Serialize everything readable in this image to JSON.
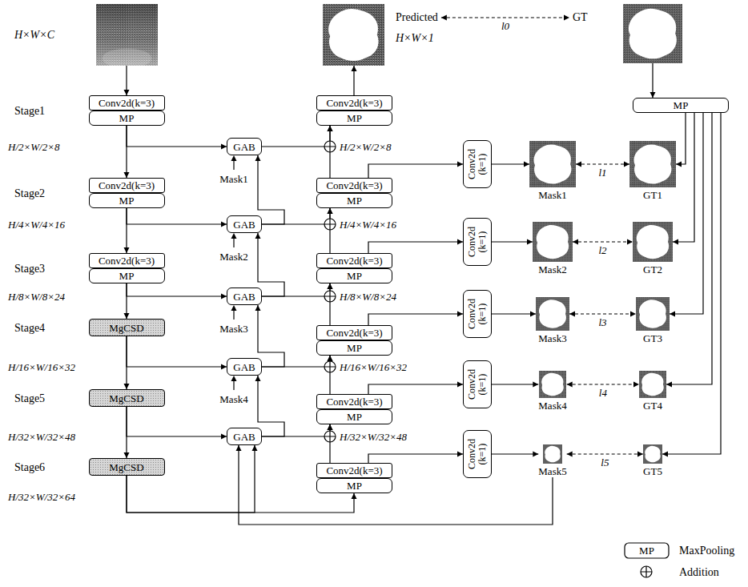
{
  "diagram": {
    "nodes": [
      {
        "text": [
          "H×W×C"
        ]
      },
      {
        "text": [
          "Predicted",
          "H×W×1"
        ]
      },
      {
        "text": [
          "GT"
        ]
      },
      {
        "text": [
          "Conv2d(k=3)"
        ]
      },
      {
        "text": [
          "MP"
        ]
      },
      {
        "text": [
          "Conv2d(k=3)"
        ]
      },
      {
        "text": [
          "MP"
        ]
      },
      {
        "text": [
          "MP"
        ]
      },
      {
        "text": [
          "GAB"
        ]
      },
      {
        "text": [
          "Conv2d(k=3)"
        ]
      },
      {
        "text": [
          "MP"
        ]
      },
      {
        "text": [
          "Conv2d(k=3)"
        ]
      },
      {
        "text": [
          "MP"
        ]
      },
      {
        "text": [
          "Conv2d (k=1)"
        ]
      },
      {
        "text": [
          "Mask1"
        ]
      },
      {
        "text": [
          "GT1"
        ]
      },
      {
        "text": [
          "GAB"
        ]
      },
      {
        "text": [
          "Conv2d(k=3)"
        ]
      },
      {
        "text": [
          "MP"
        ]
      },
      {
        "text": [
          "Conv2d(k=3)"
        ]
      },
      {
        "text": [
          "MP"
        ]
      },
      {
        "text": [
          "Conv2d (k=1)"
        ]
      },
      {
        "text": [
          "Mask2"
        ]
      },
      {
        "text": [
          "GT2"
        ]
      },
      {
        "text": [
          "GAB"
        ]
      },
      {
        "text": [
          "MgCSD"
        ]
      },
      {
        "text": [
          "Conv2d(k=3)"
        ]
      },
      {
        "text": [
          "MP"
        ]
      },
      {
        "text": [
          "Conv2d (k=1)"
        ]
      },
      {
        "text": [
          "Mask3"
        ]
      },
      {
        "text": [
          "GT3"
        ]
      },
      {
        "text": [
          "GAB"
        ]
      },
      {
        "text": [
          "MgCSD"
        ]
      },
      {
        "text": [
          "Conv2d(k=3)"
        ]
      },
      {
        "text": [
          "MP"
        ]
      },
      {
        "text": [
          "Conv2d (k=1)"
        ]
      },
      {
        "text": [
          "Mask4"
        ]
      },
      {
        "text": [
          "GT4"
        ]
      },
      {
        "text": [
          "GAB"
        ]
      },
      {
        "text": [
          "MgCSD"
        ]
      },
      {
        "text": [
          "Conv2d(k=3)"
        ]
      },
      {
        "text": [
          "MP"
        ]
      },
      {
        "text": [
          "Conv2d (k=1)"
        ]
      },
      {
        "text": [
          "Mask5"
        ]
      },
      {
        "text": [
          "GT5"
        ]
      }
    ],
    "edges": [
      {
        "from": 0,
        "to": 3,
        "arrow": "to"
      },
      {
        "from": 4,
        "to": 9,
        "arrow": "to"
      },
      {
        "from": 10,
        "to": 17,
        "arrow": "to"
      },
      {
        "from": 18,
        "to": 25,
        "arrow": "to"
      },
      {
        "from": 25,
        "to": 32,
        "arrow": "to"
      },
      {
        "from": 32,
        "to": 39,
        "arrow": "to"
      },
      {
        "from": 4,
        "to": 8,
        "arrow": "to"
      },
      {
        "from": 10,
        "to": 16,
        "arrow": "to"
      },
      {
        "from": 18,
        "to": 24,
        "arrow": "to"
      },
      {
        "from": 25,
        "to": 31,
        "arrow": "to"
      },
      {
        "from": 32,
        "to": 38,
        "arrow": "to"
      },
      {
        "from": 39,
        "to": 38,
        "arrow": "to"
      },
      {
        "from": 39,
        "to": 41,
        "arrow": "to"
      },
      {
        "from": 43,
        "to": 38,
        "arrow": "to"
      },
      {
        "from": 16,
        "to": 8,
        "arrow": "to"
      },
      {
        "from": 24,
        "to": 16,
        "arrow": "to"
      },
      {
        "from": 31,
        "to": 24,
        "arrow": "to"
      },
      {
        "from": 38,
        "to": 31,
        "arrow": "to"
      },
      {
        "from": 8,
        "to": 6,
        "arrow": "to"
      },
      {
        "from": 16,
        "to": 12,
        "arrow": "to"
      },
      {
        "from": 24,
        "to": 20,
        "arrow": "to"
      },
      {
        "from": 31,
        "to": 27,
        "arrow": "to"
      },
      {
        "from": 38,
        "to": 34,
        "arrow": "to"
      },
      {
        "from": 11,
        "to": 6,
        "arrow": "to"
      },
      {
        "from": 19,
        "to": 12,
        "arrow": "to"
      },
      {
        "from": 26,
        "to": 20,
        "arrow": "to"
      },
      {
        "from": 33,
        "to": 27,
        "arrow": "to"
      },
      {
        "from": 40,
        "to": 34,
        "arrow": "to"
      },
      {
        "from": 11,
        "to": 13,
        "arrow": "to"
      },
      {
        "from": 19,
        "to": 21,
        "arrow": "to"
      },
      {
        "from": 26,
        "to": 28,
        "arrow": "to"
      },
      {
        "from": 33,
        "to": 35,
        "arrow": "to"
      },
      {
        "from": 40,
        "to": 42,
        "arrow": "to"
      },
      {
        "from": 13,
        "to": 14,
        "arrow": "to"
      },
      {
        "from": 21,
        "to": 22,
        "arrow": "to"
      },
      {
        "from": 28,
        "to": 29,
        "arrow": "to"
      },
      {
        "from": 35,
        "to": 36,
        "arrow": "to"
      },
      {
        "from": 42,
        "to": 43,
        "arrow": "to"
      },
      {
        "from": 14,
        "to": 15,
        "label": "l1",
        "arrow": "both"
      },
      {
        "from": 22,
        "to": 23,
        "label": "l2",
        "arrow": "both"
      },
      {
        "from": 29,
        "to": 30,
        "label": "l3",
        "arrow": "both"
      },
      {
        "from": 36,
        "to": 37,
        "label": "l4",
        "arrow": "both"
      },
      {
        "from": 43,
        "to": 44,
        "label": "l5",
        "arrow": "both"
      },
      {
        "from": 7,
        "to": 15,
        "arrow": "to"
      },
      {
        "from": 7,
        "to": 23,
        "arrow": "to"
      },
      {
        "from": 7,
        "to": 30,
        "arrow": "to"
      },
      {
        "from": 7,
        "to": 37,
        "arrow": "to"
      },
      {
        "from": 7,
        "to": 44,
        "arrow": "to"
      },
      {
        "from": 2,
        "to": 7,
        "arrow": "to"
      },
      {
        "from": 5,
        "to": 1,
        "arrow": "to"
      },
      {
        "from": 1,
        "to": 2,
        "label": "l0",
        "arrow": "both"
      }
    ],
    "labels": [
      "Stage1",
      "H/2×W/2×8",
      "Stage2",
      "H/4×W/4×16",
      "Stage3",
      "H/8×W/8×24",
      "Stage4",
      "H/16×W/16×32",
      "Stage5",
      "H/32×W/32×48",
      "Stage6",
      "H/32×W/32×64",
      "Mask1",
      "Mask2",
      "Mask3",
      "Mask4",
      "H/2×W/2×8",
      "H/4×W/4×16",
      "H/8×W/8×24",
      "H/16×W/16×32",
      "H/32×W/32×48",
      "MP"
    ],
    "legend": [
      {
        "text": "MaxPooling"
      },
      {
        "text": "Addition"
      }
    ]
  }
}
